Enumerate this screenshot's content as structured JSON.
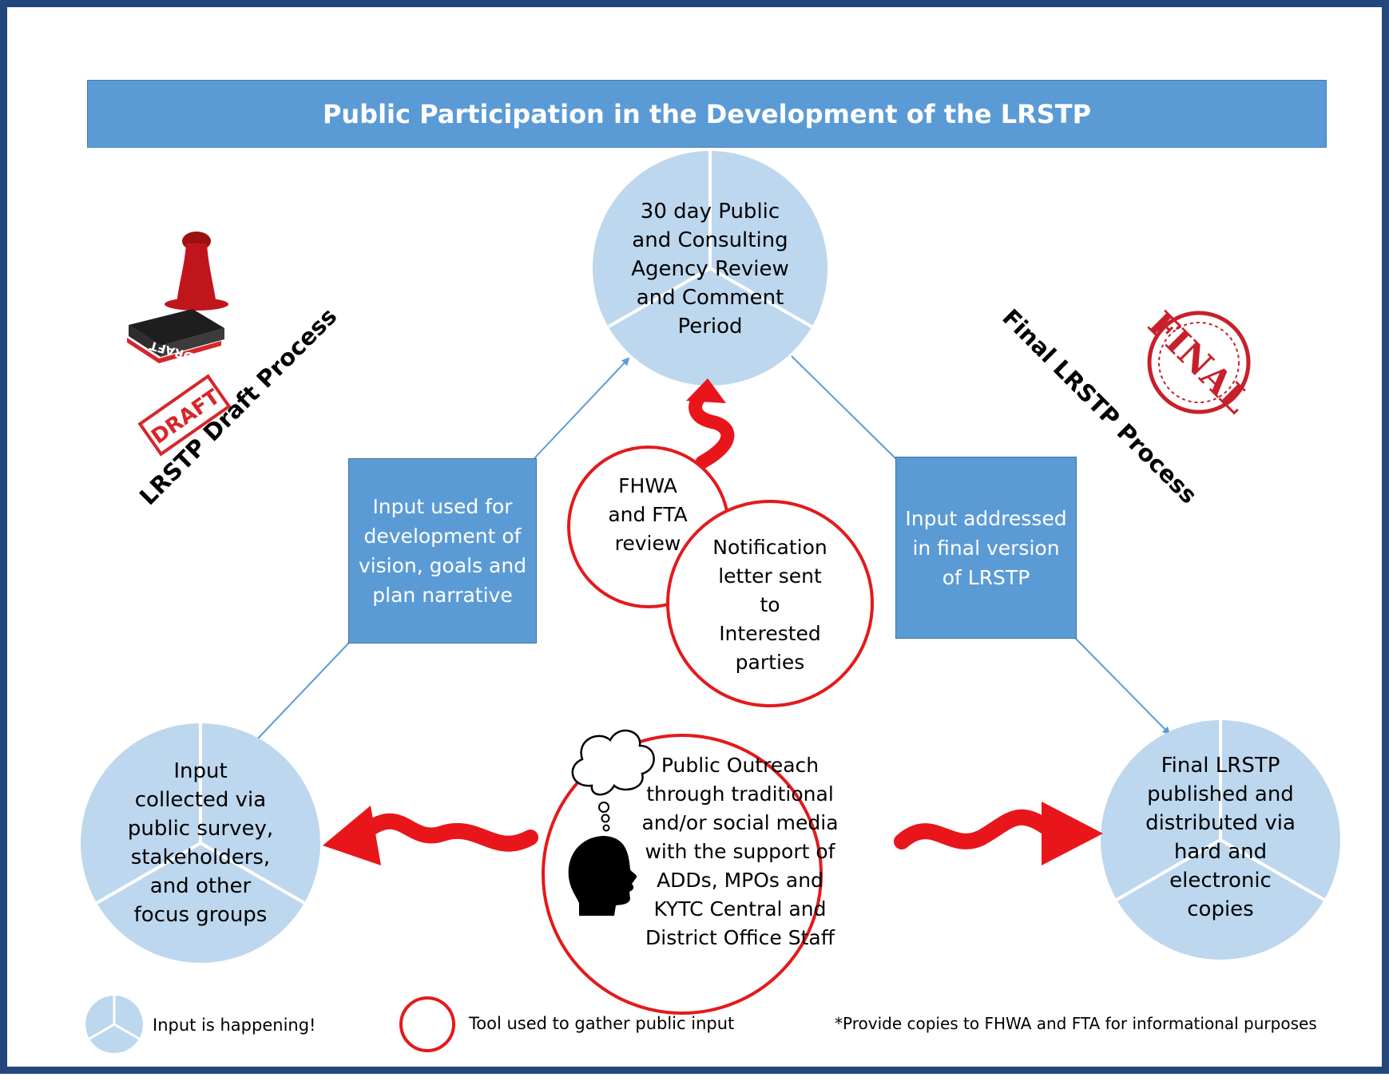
{
  "title": "Public Participation in the Development of the LRSTP",
  "stamps": {
    "draft": "DRAFT",
    "draft_mirrored": "DRAFT",
    "final": "FINAL"
  },
  "process_labels": {
    "draft": "LRSTP Draft Process",
    "final": "Final LRSTP Process"
  },
  "circles": {
    "review_period": "30 day Public\nand Consulting\nAgency Review\nand Comment\nPeriod",
    "input_collected": "Input\ncollected via\npublic survey,\nstakeholders,\nand other\nfocus groups",
    "final_published": "Final LRSTP\npublished and\ndistributed via\nhard and\nelectronic\ncopies"
  },
  "tools": {
    "fhwa_review": "FHWA\nand FTA\nreview",
    "notification": "Notification\nletter sent\nto\nInterested\nparties",
    "outreach": "Public Outreach\nthrough traditional\nand/or social media\nwith the support of\nADDs, MPOs and\nKYTC Central and\nDistrict Office Staff"
  },
  "boxes": {
    "draft_input": "Input used for development of vision, goals and plan narrative",
    "final_input": "Input addressed in final version of LRSTP"
  },
  "legend": {
    "input_happening": "Input is happening!",
    "tool": "Tool used to gather public input",
    "note": "*Provide copies to FHWA and FTA for informational purposes"
  },
  "colors": {
    "frame": "#23477d",
    "banner": "#5b9bd5",
    "pie_fill": "#bdd7ee",
    "tool_outline": "#e31a1c",
    "arrow_red": "#e8161b",
    "connector": "#5b9bd5"
  },
  "icons": [
    "draft-stamp-icon",
    "final-seal-icon",
    "thought-cloud-icon",
    "head-silhouette-icon",
    "squiggle-arrow-icon"
  ]
}
